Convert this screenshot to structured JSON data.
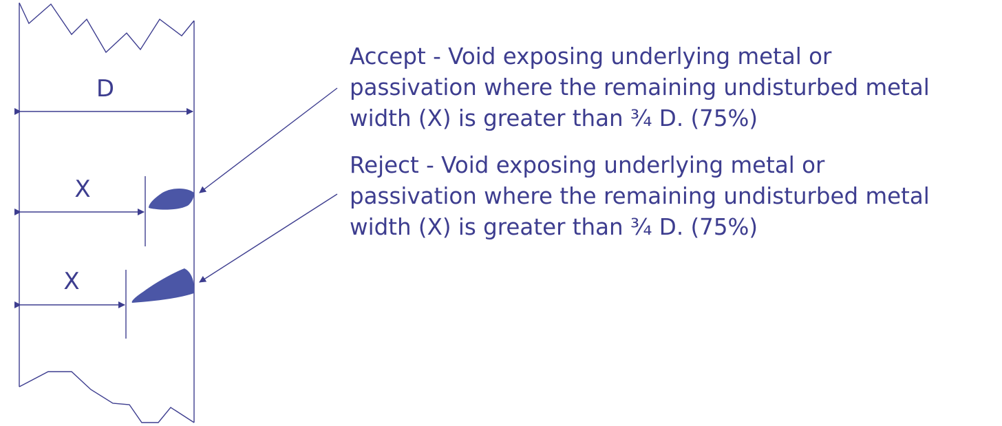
{
  "labels": {
    "d": "D",
    "x_accept": "X",
    "x_reject": "X"
  },
  "criteria": {
    "accept": "Accept - Void exposing underlying metal or\npassivation where the remaining undisturbed metal\nwidth (X) is greater than ¾ D. (75%)",
    "reject": "Reject - Void exposing underlying metal or\npassivation where the remaining undisturbed metal\nwidth (X) is greater than ¾ D. (75%)"
  },
  "colors": {
    "ink": "#3d3d8f",
    "void_fill": "#4b56a6"
  }
}
